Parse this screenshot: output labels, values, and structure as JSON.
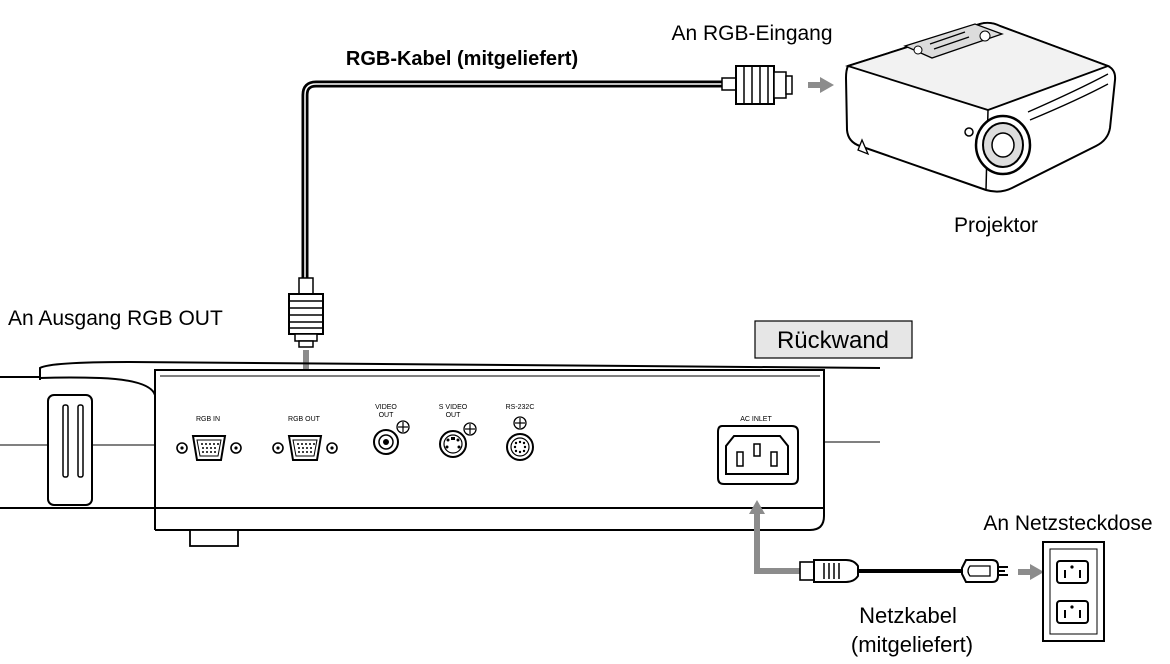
{
  "labels": {
    "rgb_cable": "RGB-Kabel (mitgeliefert)",
    "to_rgb_input": "An RGB-Eingang",
    "projector": "Projektor",
    "to_rgb_out": "An Ausgang RGB OUT",
    "rear_panel": "Rückwand",
    "to_outlet": "An Netzsteckdose",
    "power_cable_line1": "Netzkabel",
    "power_cable_line2": "(mitgeliefert)"
  },
  "ports": {
    "rgb_in": "RGB IN",
    "rgb_out": "RGB OUT",
    "video_out_line1": "VIDEO",
    "video_out_line2": "OUT",
    "s_video_out_line1": "S VIDEO",
    "s_video_out_line2": "OUT",
    "rs232c": "RS-232C",
    "ac_inlet": "AC INLET"
  },
  "colors": {
    "line": "#000000",
    "arrow": "#8c8c8c",
    "label_box": "#e6e6e6"
  }
}
